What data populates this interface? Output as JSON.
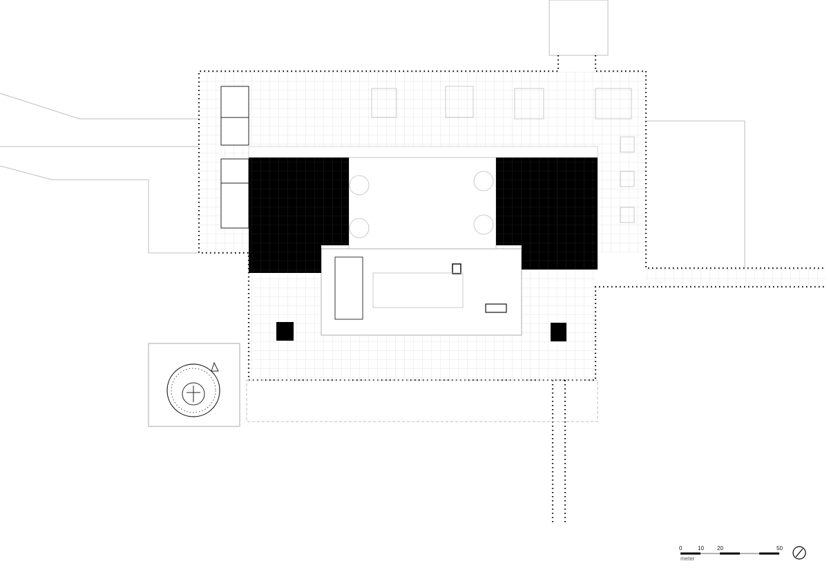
{
  "drawing": {
    "type": "architectural floor plan",
    "colors": {
      "ink": "#000000",
      "grid": "#d8d8d8",
      "context": "#bdbdbd",
      "fill": "#ffffff"
    }
  },
  "scale_bar": {
    "ticks": [
      "0",
      "10",
      "20",
      "50"
    ],
    "unit": "meter"
  },
  "north_arrow": {
    "icon": "north-arrow-icon"
  }
}
